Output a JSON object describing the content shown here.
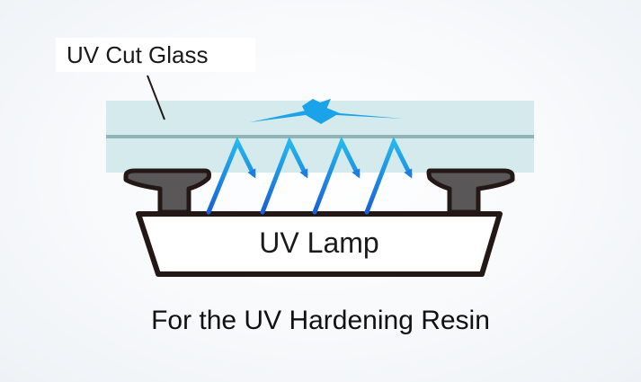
{
  "labels": {
    "glass": "UV Cut Glass",
    "lamp": "UV Lamp",
    "caption": "For the UV Hardening Resin"
  },
  "colors": {
    "glass_fill": "#cfe8ea",
    "glass_line": "#8fb4b8",
    "arrow_blue": "#1aa3e8",
    "holder": "#595757",
    "outline": "#231815",
    "lamp_fill": "#ffffff"
  }
}
